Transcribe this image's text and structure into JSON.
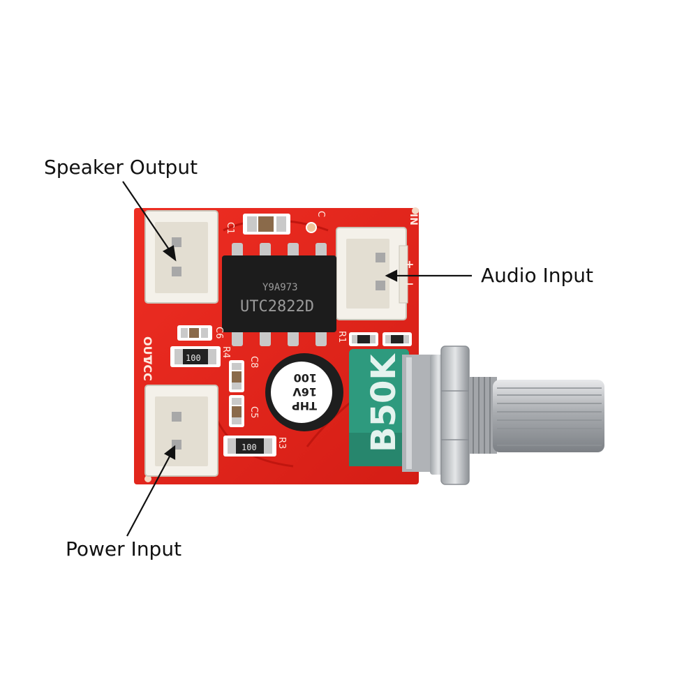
{
  "callouts": {
    "speaker_output": "Speaker Output",
    "audio_input": "Audio Input",
    "power_input": "Power Input"
  },
  "board": {
    "silkscreen": {
      "out": "OUT",
      "vcc": "VCC",
      "in": "IN",
      "c1": "C1",
      "c": "C",
      "c6": "C6",
      "c8": "C8",
      "c5": "C5",
      "r4": "R4",
      "r3": "R3",
      "r1": "R1",
      "plus": "+",
      "minus": "−"
    },
    "chip": {
      "part_number": "UTC2822D",
      "lot_code": "Y9A973"
    },
    "resistor_top": "100",
    "resistor_bottom": "100",
    "capacitor": {
      "value": "100",
      "voltage": "16V",
      "series": "THP"
    },
    "potentiometer": "B50K"
  },
  "colors": {
    "pcb": "#e2231a",
    "pcb_dark": "#b5150f",
    "connector": "#f4f1ea",
    "chip": "#1c1c1c",
    "pot_body": "#2e9a7e",
    "metal": "#b9bcc0",
    "label": "#111111"
  }
}
